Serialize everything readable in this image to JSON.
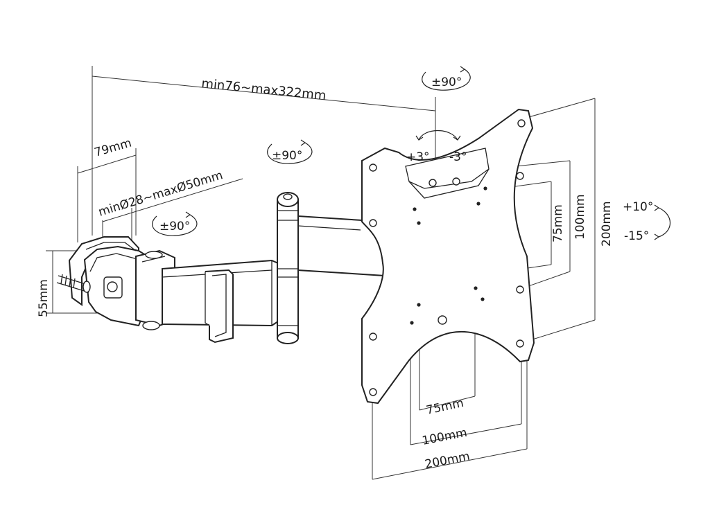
{
  "labels": {
    "arm_extension": "min76~max322mm",
    "clamp_depth": "79mm",
    "pole_diameter": "minØ28~maxØ50mm",
    "clamp_height": "55mm",
    "swivel_plate": "±90°",
    "swivel_arm": "±90°",
    "swivel_clamp": "±90°",
    "rotate_plus": "+3°",
    "rotate_minus": "-3°",
    "tilt_up": "+10°",
    "tilt_down": "-15°",
    "vesa_v75": "75mm",
    "vesa_v100": "100mm",
    "vesa_v200": "200mm",
    "vesa_h75": "75mm",
    "vesa_h100": "100mm",
    "vesa_h200": "200mm"
  }
}
